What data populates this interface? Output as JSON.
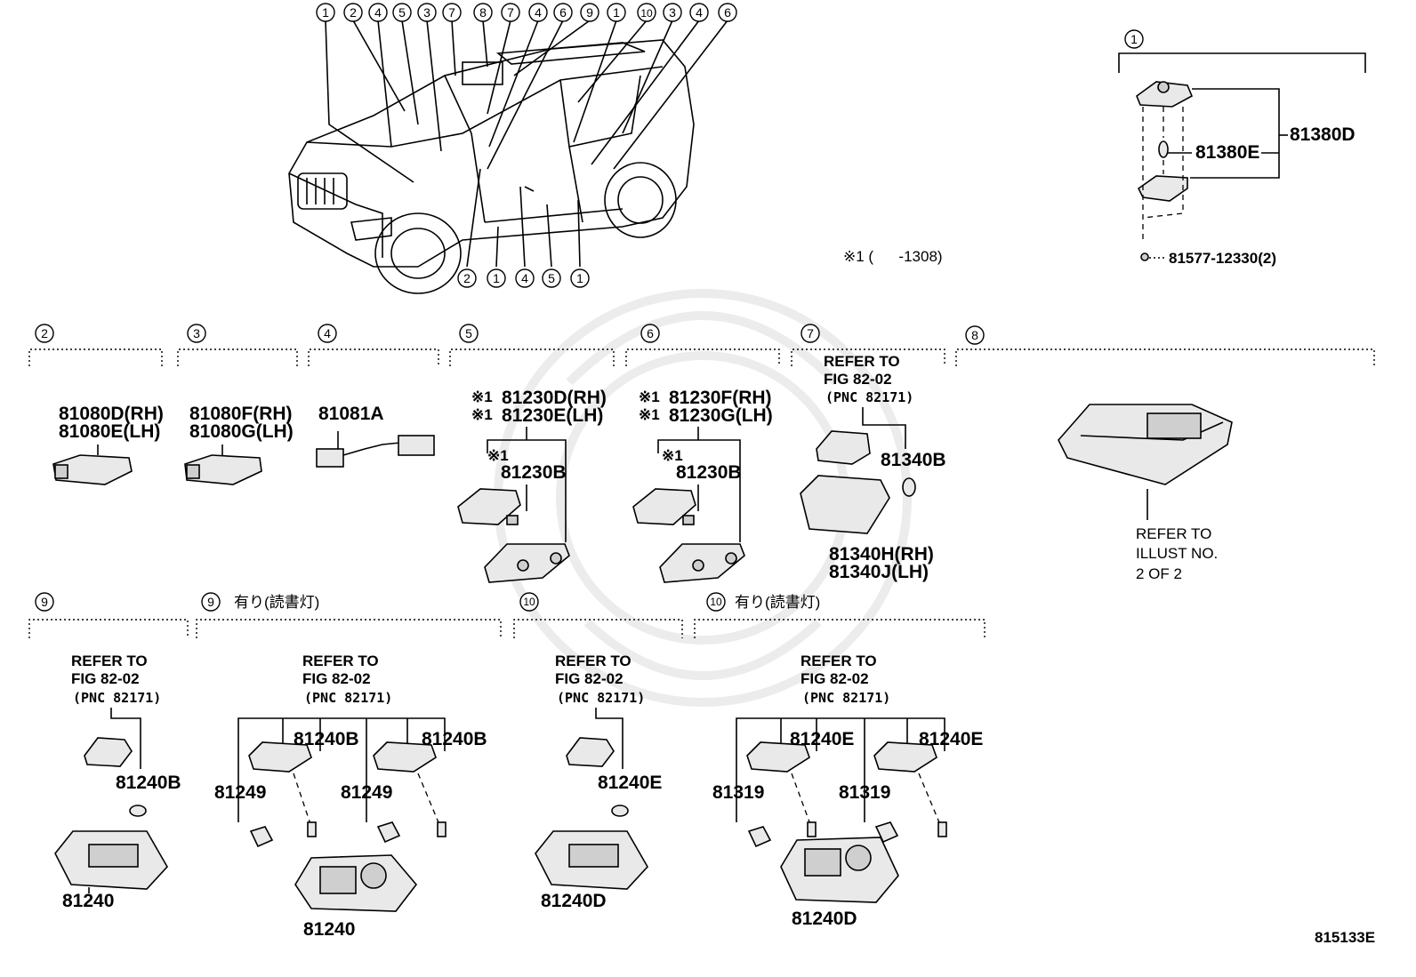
{
  "overview": {
    "top_callouts": [
      "1",
      "2",
      "4",
      "5",
      "3",
      "7",
      "8",
      "7",
      "4",
      "6",
      "9",
      "1",
      "10",
      "3",
      "4",
      "6"
    ],
    "bottom_callouts": [
      "2",
      "1",
      "4",
      "5",
      "1"
    ],
    "note": "※1 (      -1308)"
  },
  "detail_1": {
    "key": "1",
    "assembly": "81380D",
    "bulb": "81380E",
    "screw": "81577-12330(2)"
  },
  "sections": {
    "s2": {
      "key": "2",
      "part_rh": "81080D(RH)",
      "part_lh": "81080E(LH)"
    },
    "s3": {
      "key": "3",
      "part_rh": "81080F(RH)",
      "part_lh": "81080G(LH)"
    },
    "s4": {
      "key": "4",
      "part": "81081A"
    },
    "s5": {
      "key": "5",
      "mark": "※1",
      "part_rh": "81230D(RH)",
      "part_lh": "81230E(LH)",
      "sub_mark": "※1",
      "sub_part": "81230B"
    },
    "s6": {
      "key": "6",
      "mark": "※1",
      "part_rh": "81230F(RH)",
      "part_lh": "81230G(LH)",
      "sub_mark": "※1",
      "sub_part": "81230B"
    },
    "s7": {
      "key": "7",
      "refer_line1": "REFER TO",
      "refer_line2": "FIG 82-02",
      "refer_line3": "(PNC 82171)",
      "bulb": "81340B",
      "part_rh": "81340H(RH)",
      "part_lh": "81340J(LH)"
    },
    "s8": {
      "key": "8",
      "refer_line1": "REFER TO",
      "refer_line2": "ILLUST NO.",
      "refer_line3": "2 OF 2"
    },
    "s9a": {
      "key": "9",
      "refer_line1": "REFER TO",
      "refer_line2": "FIG 82-02",
      "refer_line3": "(PNC 82171)",
      "bulb": "81240B",
      "lamp": "81240"
    },
    "s9b": {
      "key": "9",
      "caption": "有り(読書灯)",
      "refer_line1": "REFER TO",
      "refer_line2": "FIG 82-02",
      "refer_line3": "(PNC 82171)",
      "bulb_a": "81240B",
      "bulb_b": "81240B",
      "socket_a": "81249",
      "socket_b": "81249",
      "lamp": "81240"
    },
    "s10a": {
      "key": "10",
      "refer_line1": "REFER TO",
      "refer_line2": "FIG 82-02",
      "refer_line3": "(PNC 82171)",
      "bulb": "81240E",
      "lamp": "81240D"
    },
    "s10b": {
      "key": "10",
      "caption": "有り(読書灯)",
      "refer_line1": "REFER TO",
      "refer_line2": "FIG 82-02",
      "refer_line3": "(PNC 82171)",
      "bulb_a": "81240E",
      "bulb_b": "81240E",
      "socket_a": "81319",
      "socket_b": "81319",
      "lamp": "81240D"
    }
  },
  "figure_code": "815133E"
}
